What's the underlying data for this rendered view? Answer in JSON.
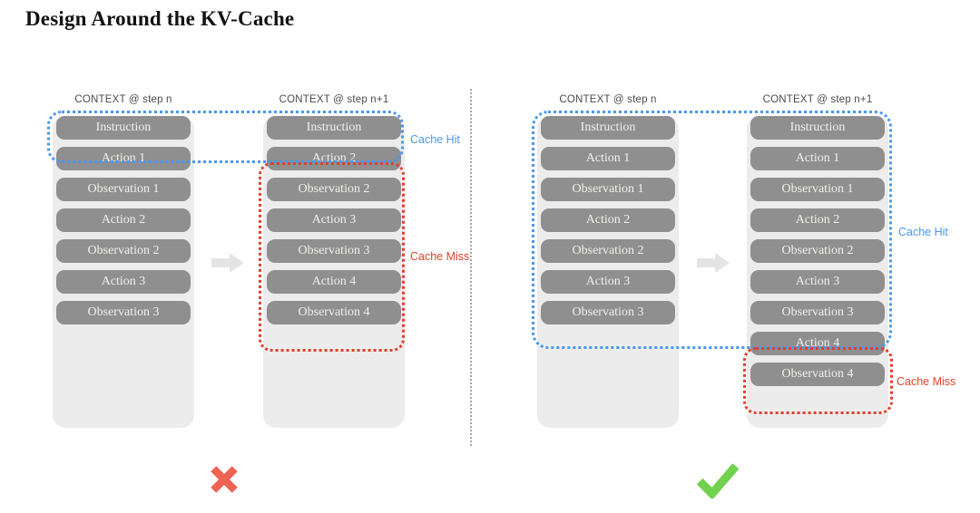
{
  "title": "Design Around the KV-Cache",
  "panels": [
    {
      "name": "bad-example",
      "verdict": "cross",
      "columns": [
        {
          "header": "CONTEXT @ step n",
          "items": [
            "Instruction",
            "Action 1",
            "Observation 1",
            "Action 2",
            "Observation 2",
            "Action 3",
            "Observation 3"
          ]
        },
        {
          "header": "CONTEXT @ step n+1",
          "items": [
            "Instruction",
            "Action 2",
            "Observation 2",
            "Action 3",
            "Observation 3",
            "Action 4",
            "Observation 4"
          ]
        }
      ],
      "labels": {
        "cache_hit": "Cache Hit",
        "cache_miss": "Cache Miss"
      }
    },
    {
      "name": "good-example",
      "verdict": "check",
      "columns": [
        {
          "header": "CONTEXT @ step n",
          "items": [
            "Instruction",
            "Action 1",
            "Observation 1",
            "Action 2",
            "Observation 2",
            "Action 3",
            "Observation 3"
          ]
        },
        {
          "header": "CONTEXT @ step n+1",
          "items": [
            "Instruction",
            "Action 1",
            "Observation 1",
            "Action 2",
            "Observation 2",
            "Action 3",
            "Observation 3",
            "Action 4",
            "Observation 4"
          ]
        }
      ],
      "labels": {
        "cache_hit": "Cache Hit",
        "cache_miss": "Cache Miss"
      }
    }
  ],
  "colors": {
    "cache_hit_blue": "#4a97f0",
    "cache_miss_red": "#e0402c",
    "cross_red": "#ee6352",
    "check_green": "#72d14e",
    "block_gray": "#8f8f8f",
    "column_bg": "#ececec",
    "arrow_gray": "#e4e4e4"
  }
}
